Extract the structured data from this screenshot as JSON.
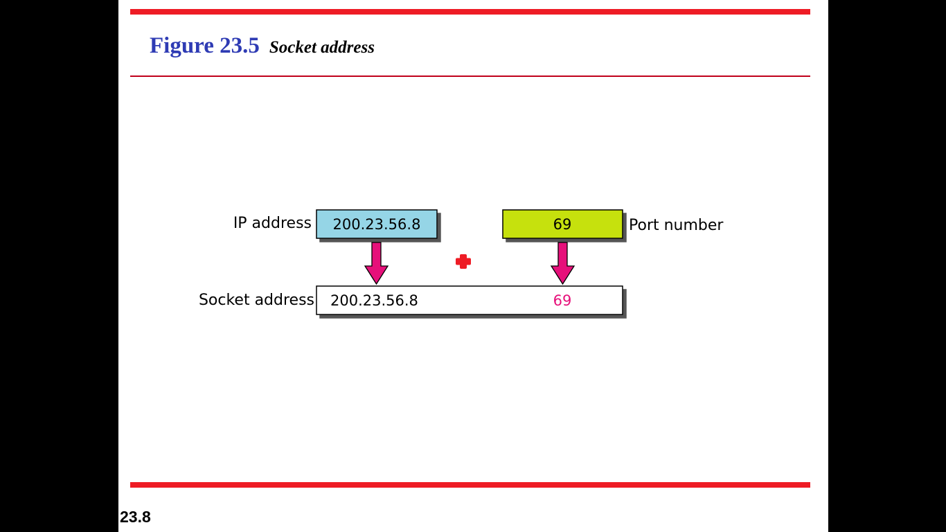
{
  "colors": {
    "frame": "#000000",
    "slide": "#ffffff",
    "rule": "#ee1c25",
    "rule_thin": "#c0001a",
    "title": "#2e3bb4",
    "ip_box": "#95d5e6",
    "port_box": "#c6e10a",
    "arrow": "#e6107a",
    "plus": "#ee1c25",
    "port_text": "#e6107a"
  },
  "header": {
    "figure_number": "Figure 23.5",
    "caption": "Socket address"
  },
  "diagram": {
    "ip_label": "IP address",
    "ip_value": "200.23.56.8",
    "port_label": "Port number",
    "port_value": "69",
    "operator_icon": "plus-icon",
    "socket_label": "Socket address",
    "socket_ip": "200.23.56.8",
    "socket_port": "69"
  },
  "footer": {
    "page_number": "23.8"
  }
}
